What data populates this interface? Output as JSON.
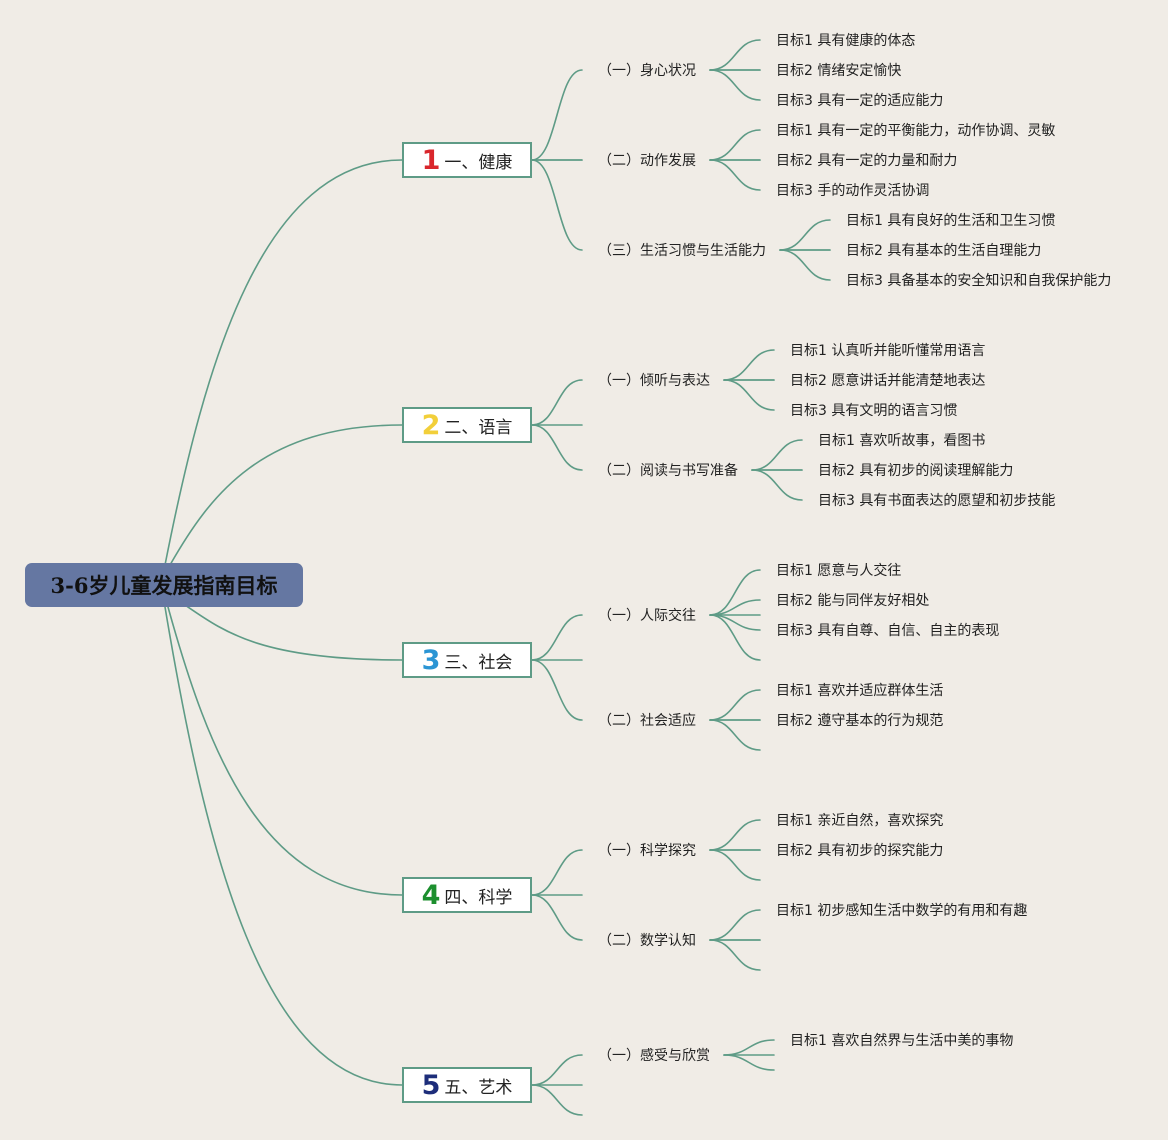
{
  "root": {
    "label": "3-6岁儿童发展指南目标"
  },
  "domains": [
    {
      "num": "1",
      "label": "一、健康",
      "num_color": "#d9262c",
      "subs": [
        {
          "label": "（一）身心状况",
          "goals": [
            "目标1 具有健康的体态",
            "目标2 情绪安定愉快",
            "目标3 具有一定的适应能力"
          ]
        },
        {
          "label": "（二）动作发展",
          "goals": [
            "目标1 具有一定的平衡能力，动作协调、灵敏",
            "目标2 具有一定的力量和耐力",
            "目标3 手的动作灵活协调"
          ]
        },
        {
          "label": "（三）生活习惯与生活能力",
          "goals": [
            "目标1 具有良好的生活和卫生习惯",
            "目标2 具有基本的生活自理能力",
            "目标3 具备基本的安全知识和自我保护能力"
          ]
        }
      ]
    },
    {
      "num": "2",
      "label": "二、语言",
      "num_color": "#f2cf3a",
      "subs": [
        {
          "label": "（一）倾听与表达",
          "goals": [
            "目标1 认真听并能听懂常用语言",
            "目标2 愿意讲话并能清楚地表达",
            "目标3 具有文明的语言习惯"
          ]
        },
        {
          "label": "（二）阅读与书写准备",
          "goals": [
            "目标1 喜欢听故事，看图书",
            "目标2 具有初步的阅读理解能力",
            "目标3 具有书面表达的愿望和初步技能"
          ]
        }
      ]
    },
    {
      "num": "3",
      "label": "三、社会",
      "num_color": "#2b95d4",
      "subs": [
        {
          "label": "（一）人际交往",
          "goals": [
            "目标1 愿意与人交往",
            "目标2 能与同伴友好相处",
            "目标3 具有自尊、自信、自主的表现"
          ]
        },
        {
          "label": "（二）社会适应",
          "goals": [
            "目标1 喜欢并适应群体生活",
            "目标2 遵守基本的行为规范"
          ]
        }
      ]
    },
    {
      "num": "4",
      "label": "四、科学",
      "num_color": "#1c8f2e",
      "subs": [
        {
          "label": "（一）科学探究",
          "goals": [
            "目标1 亲近自然，喜欢探究",
            "目标2 具有初步的探究能力"
          ]
        },
        {
          "label": "（二）数学认知",
          "goals": [
            "目标1 初步感知生活中数学的有用和有趣"
          ]
        }
      ]
    },
    {
      "num": "5",
      "label": "五、艺术",
      "num_color": "#1d2d7a",
      "subs": [
        {
          "label": "（一）感受与欣赏",
          "goals": [
            "目标1 喜欢自然界与生活中美的事物"
          ]
        }
      ]
    }
  ],
  "colors": {
    "link": "#5e9b86",
    "root_bg": "#6577a2",
    "background": "#f0ece6"
  }
}
